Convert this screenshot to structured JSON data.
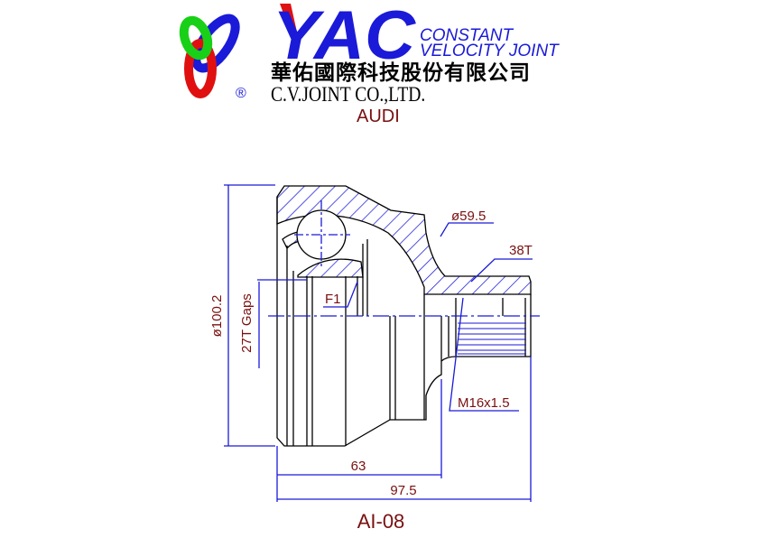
{
  "header": {
    "brand_logo_text": "YAC",
    "tagline_line1": "CONSTANT",
    "tagline_line2": "VELOCITY JOINT",
    "company_chinese": "華佑國際科技股份有限公司",
    "company_english": "C.V.JOINT CO.,LTD.",
    "registered_mark": "®",
    "make": "AUDI"
  },
  "drawing": {
    "outer_diameter": "ø100.2",
    "abs_ring": "27T Gaps",
    "bell_diameter": "ø59.5",
    "outer_spline": "38T",
    "seal_label": "F1",
    "thread": "M16x1.5",
    "length_to_shoulder": "63",
    "overall_length": "97.5",
    "part_number": "AI-08"
  },
  "colors": {
    "line": "#1a1ad8",
    "text": "#7a1010",
    "outline": "#000000"
  }
}
